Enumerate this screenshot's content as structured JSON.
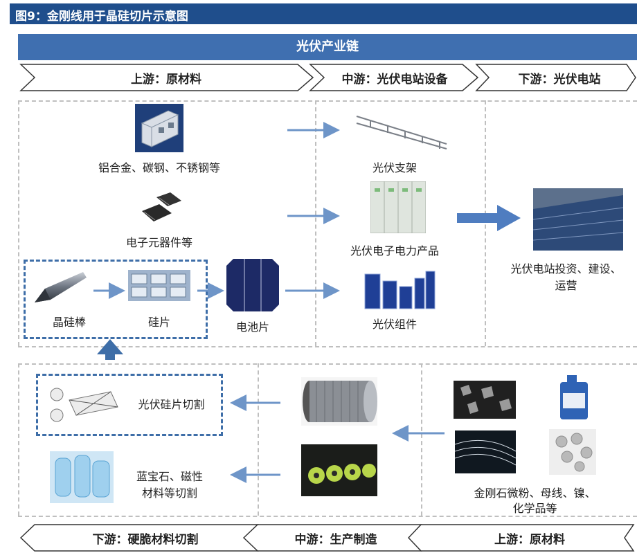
{
  "figure_title": "图9：金刚线用于晶硅切片示意图",
  "chain_title": "光伏产业链",
  "top_stages": [
    "上游：原材料",
    "中游：光伏电站设备",
    "下游：光伏电站"
  ],
  "bottom_stages": [
    "下游：硬脆材料切割",
    "中游：生产制造",
    "上游：原材料"
  ],
  "upstream_items": {
    "aluminum": "铝合金、碳钢、不锈钢等",
    "electronics": "电子元器件等",
    "ingot": "晶硅棒",
    "wafer": "硅片",
    "cell": "电池片"
  },
  "midstream_items": {
    "bracket": "光伏支架",
    "power_products": "光伏电子电力产品",
    "module": "光伏组件"
  },
  "downstream_item": {
    "line1": "光伏电站投资、建设、",
    "line2": "运营"
  },
  "bottom_items": {
    "wafer_cutting": "光伏硅片切割",
    "sapphire_line1": "蓝宝石、磁性",
    "sapphire_line2": "材料等切割",
    "raw_line1": "金刚石微粉、母线、镍、",
    "raw_line2": "化学品等"
  },
  "colors": {
    "title_bar": "#1f4e8c",
    "chain_bar": "#3f6fb0",
    "arrow": "#6e95c8",
    "dashed_box": "#3e6ea8"
  }
}
